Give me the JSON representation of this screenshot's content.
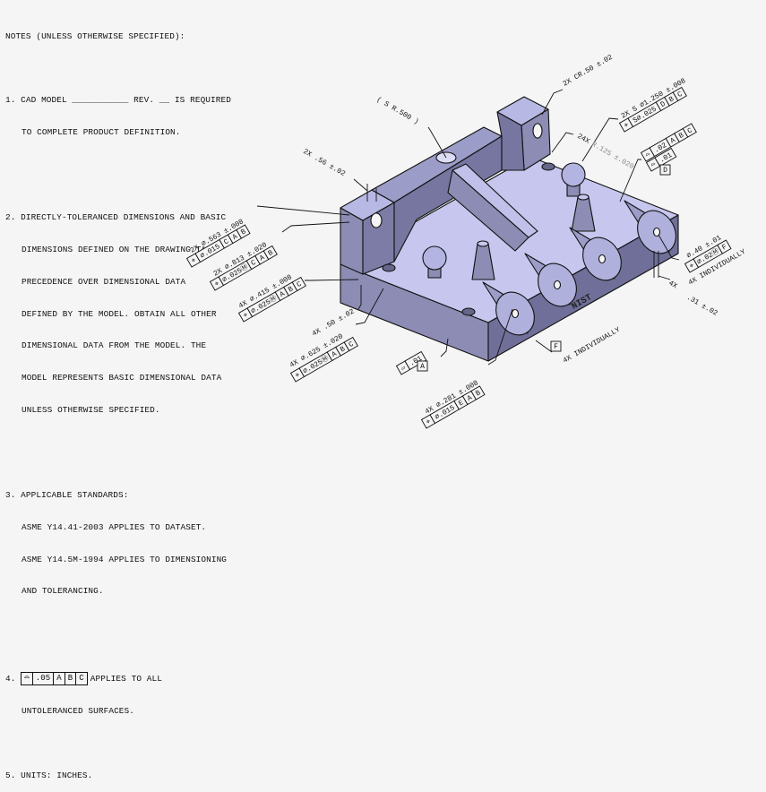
{
  "notes": {
    "heading": "NOTES (UNLESS OTHERWISE SPECIFIED):",
    "n1": [
      "1. CAD MODEL ___________ REV. __ IS REQUIRED",
      "TO COMPLETE PRODUCT DEFINITION."
    ],
    "n2": [
      "2. DIRECTLY-TOLERANCED DIMENSIONS AND BASIC",
      "DIMENSIONS DEFINED ON THE DRAWING TAKE",
      "PRECEDENCE OVER DIMENSIONAL DATA",
      "DEFINED BY THE MODEL. OBTAIN ALL OTHER",
      "DIMENSIONAL DATA FROM THE MODEL. THE",
      "MODEL REPRESENTS BASIC DIMENSIONAL DATA",
      "UNLESS OTHERWISE SPECIFIED."
    ],
    "n3": [
      "3. APPLICABLE STANDARDS:",
      "ASME Y14.41-2003 APPLIES TO DATASET.",
      "ASME Y14.5M-1994 APPLIES TO DIMENSIONING",
      "AND TOLERANCING."
    ],
    "n4_num": "4.",
    "n4_fcf": [
      "⌓",
      ".05",
      "A",
      "B",
      "C"
    ],
    "n4_text": [
      "APPLIES TO ALL",
      "UNTOLERANCED SURFACES."
    ],
    "n5": "5. UNITS: INCHES."
  },
  "annotations": {
    "cr50": "2X  CR.50 ±.02",
    "sphere_dim": "2X  S  ⌀1.250 ±.008",
    "sphere_fcf": [
      "⌖",
      "S⌀.025",
      "D",
      "B",
      "C"
    ],
    "r125_count": "24X",
    "r125": "R.125 ±.020",
    "profile_fcf1": [
      "⌓",
      ".02",
      "A",
      "B",
      "C"
    ],
    "profile_fcf2": [
      "⌓",
      ".01"
    ],
    "datum_d": "D",
    "sr500": "( S  R.500 )",
    "w56": "2X  .56 ±.02",
    "d563": "2X  ⌀.563 ±.008",
    "d563_fcf": [
      "⌖",
      "⌀.015",
      "C",
      "A",
      "B"
    ],
    "d813": "2X  ⌀.813 ±.020",
    "d813_fcf": [
      "⌖",
      "⌀.025Ⓜ",
      "C",
      "A",
      "B"
    ],
    "d415": "4X  ⌀.415 ±.008",
    "d415_fcf": [
      "⌖",
      "⌀.025Ⓜ",
      "A",
      "B",
      "C"
    ],
    "w50": "4X  .50 ±.02",
    "d625": "4X  ⌀.625 ±.020",
    "d625_fcf": [
      "⌖",
      "⌀.025Ⓜ",
      "A",
      "B",
      "C"
    ],
    "flat_fcf": [
      "▱",
      ".01"
    ],
    "datum_a": "A",
    "d281": "4X  ⌀.281 ±.008",
    "d281_fcf": [
      "⌖",
      "⌀.015",
      "E",
      "A",
      "B"
    ],
    "datum_f": "F",
    "f_indiv": "4X INDIVIDUALLY",
    "d40": "⌀.40 ±.01",
    "d40_fcf": [
      "⌖",
      "⌀.02Ⓜ",
      "F"
    ],
    "d40_indiv": "4X INDIVIDUALLY",
    "w31_count": "4X",
    "w31": ".31 ±.02",
    "logo": "NIST"
  },
  "colors": {
    "top": "#c6c6ee",
    "left": "#8c8cb4",
    "right": "#6f6f99",
    "background": "#f5f5f5"
  }
}
